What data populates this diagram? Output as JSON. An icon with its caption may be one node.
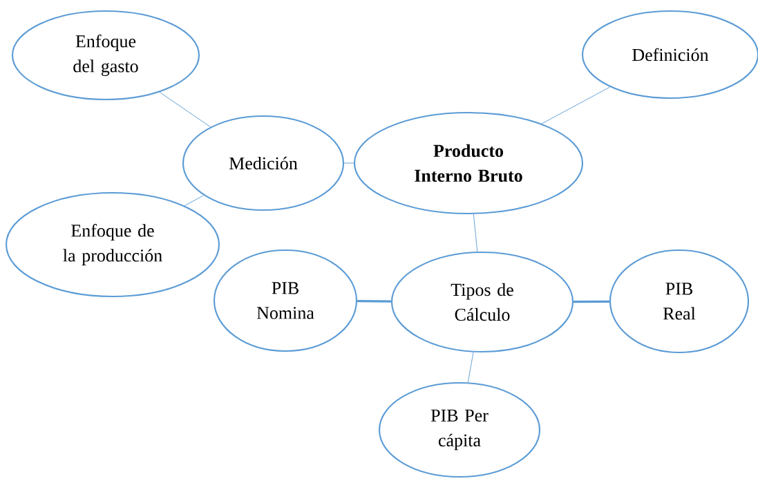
{
  "diagram": {
    "nodes": [
      {
        "text": [
          "Enfoque del gasto"
        ]
      },
      {
        "text": [
          "Definición"
        ]
      },
      {
        "text": [
          "Medición"
        ]
      },
      {
        "text": [
          "Producto Interno Bruto"
        ]
      },
      {
        "text": [
          "Enfoque de la producción"
        ]
      },
      {
        "text": [
          "PIB Nomina"
        ]
      },
      {
        "text": [
          "Tipos de Cálculo"
        ]
      },
      {
        "text": [
          "PIB Real"
        ]
      },
      {
        "text": [
          "PIB Per cápita"
        ]
      }
    ],
    "edges": [
      {
        "from": 3,
        "to": 1,
        "arrow": "none"
      },
      {
        "from": 3,
        "to": 2,
        "arrow": "none"
      },
      {
        "from": 2,
        "to": 0,
        "arrow": "none"
      },
      {
        "from": 2,
        "to": 4,
        "arrow": "none"
      },
      {
        "from": 3,
        "to": 6,
        "arrow": "none"
      },
      {
        "from": 6,
        "to": 5,
        "arrow": "none",
        "style": "thick"
      },
      {
        "from": 6,
        "to": 7,
        "arrow": "none",
        "style": "thick"
      },
      {
        "from": 6,
        "to": 8,
        "arrow": "none"
      }
    ]
  }
}
